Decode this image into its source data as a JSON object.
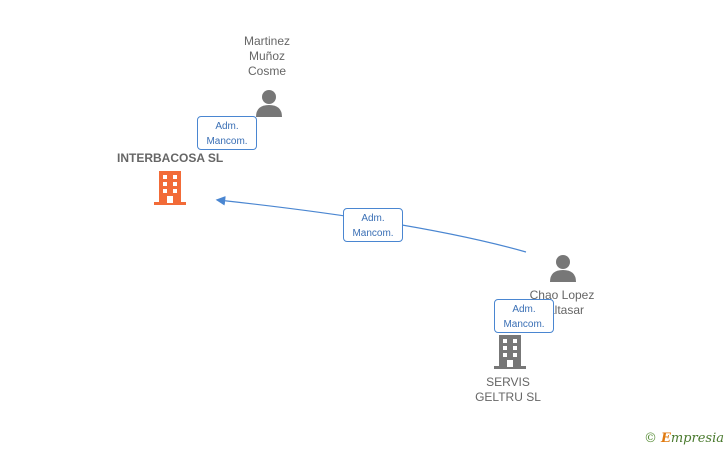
{
  "nodes": {
    "person_martinez": {
      "label": "Martinez\nMuñoz\nCosme"
    },
    "company_interbacosa": {
      "label": "INTERBACOSA SL"
    },
    "person_chao": {
      "label": "Chao Lopez\nBaltasar"
    },
    "company_servis": {
      "label": "SERVIS\nGELTRU SL"
    }
  },
  "edges": {
    "martinez_interbacosa": {
      "label": "Adm.\nMancom."
    },
    "chao_interbacosa": {
      "label": "Adm.\nMancom."
    },
    "chao_servis": {
      "label": "Adm.\nMancom."
    }
  },
  "colors": {
    "main_company": "#f26b38",
    "company": "#777777",
    "person": "#777777",
    "edge": "#4a86d1"
  },
  "watermark": {
    "symbol": "©",
    "brand_initial": "E",
    "brand_rest": "mpresia"
  }
}
